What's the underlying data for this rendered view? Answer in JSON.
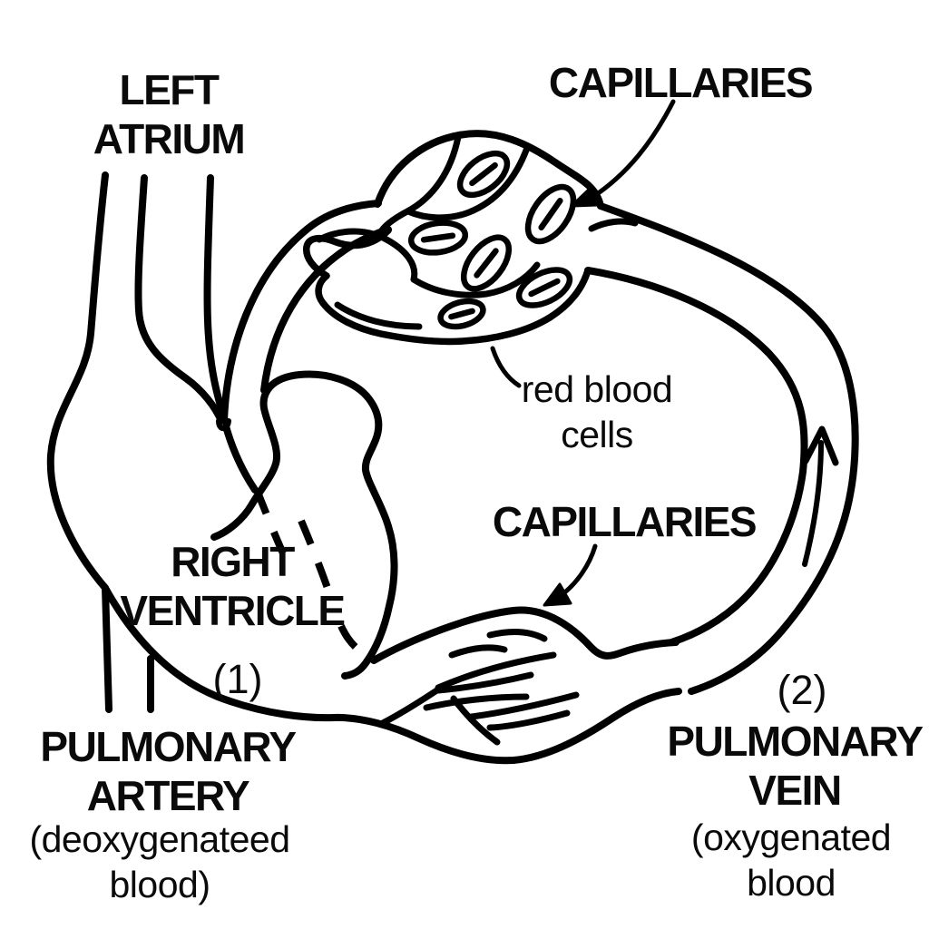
{
  "figure": {
    "title": "Pulmonary circulation diagram",
    "background_color": "#ffffff",
    "line_color": "#000000",
    "text_color": "#0a0a0a"
  },
  "labels": {
    "left_atrium": {
      "line1": "LEFT",
      "line2": "ATRIUM"
    },
    "capillaries_top": {
      "text": "CAPILLARIES"
    },
    "red_blood_cells": {
      "line1": "red blood",
      "line2": "cells"
    },
    "capillaries_mid": {
      "text": "CAPILLARIES"
    },
    "right_ventricle": {
      "line1": "RIGHT",
      "line2": "VENTRICLE"
    },
    "marker_1": {
      "text": "(1)"
    },
    "pulmonary_artery": {
      "line1": "PULMONARY",
      "line2": "ARTERY",
      "sub1": "(deoxygenateed",
      "sub2": "blood)"
    },
    "marker_2": {
      "text": "(2)"
    },
    "pulmonary_vein": {
      "line1": "PULMONARY",
      "line2": "VEIN",
      "sub1": "(oxygenated",
      "sub2": "blood"
    }
  }
}
